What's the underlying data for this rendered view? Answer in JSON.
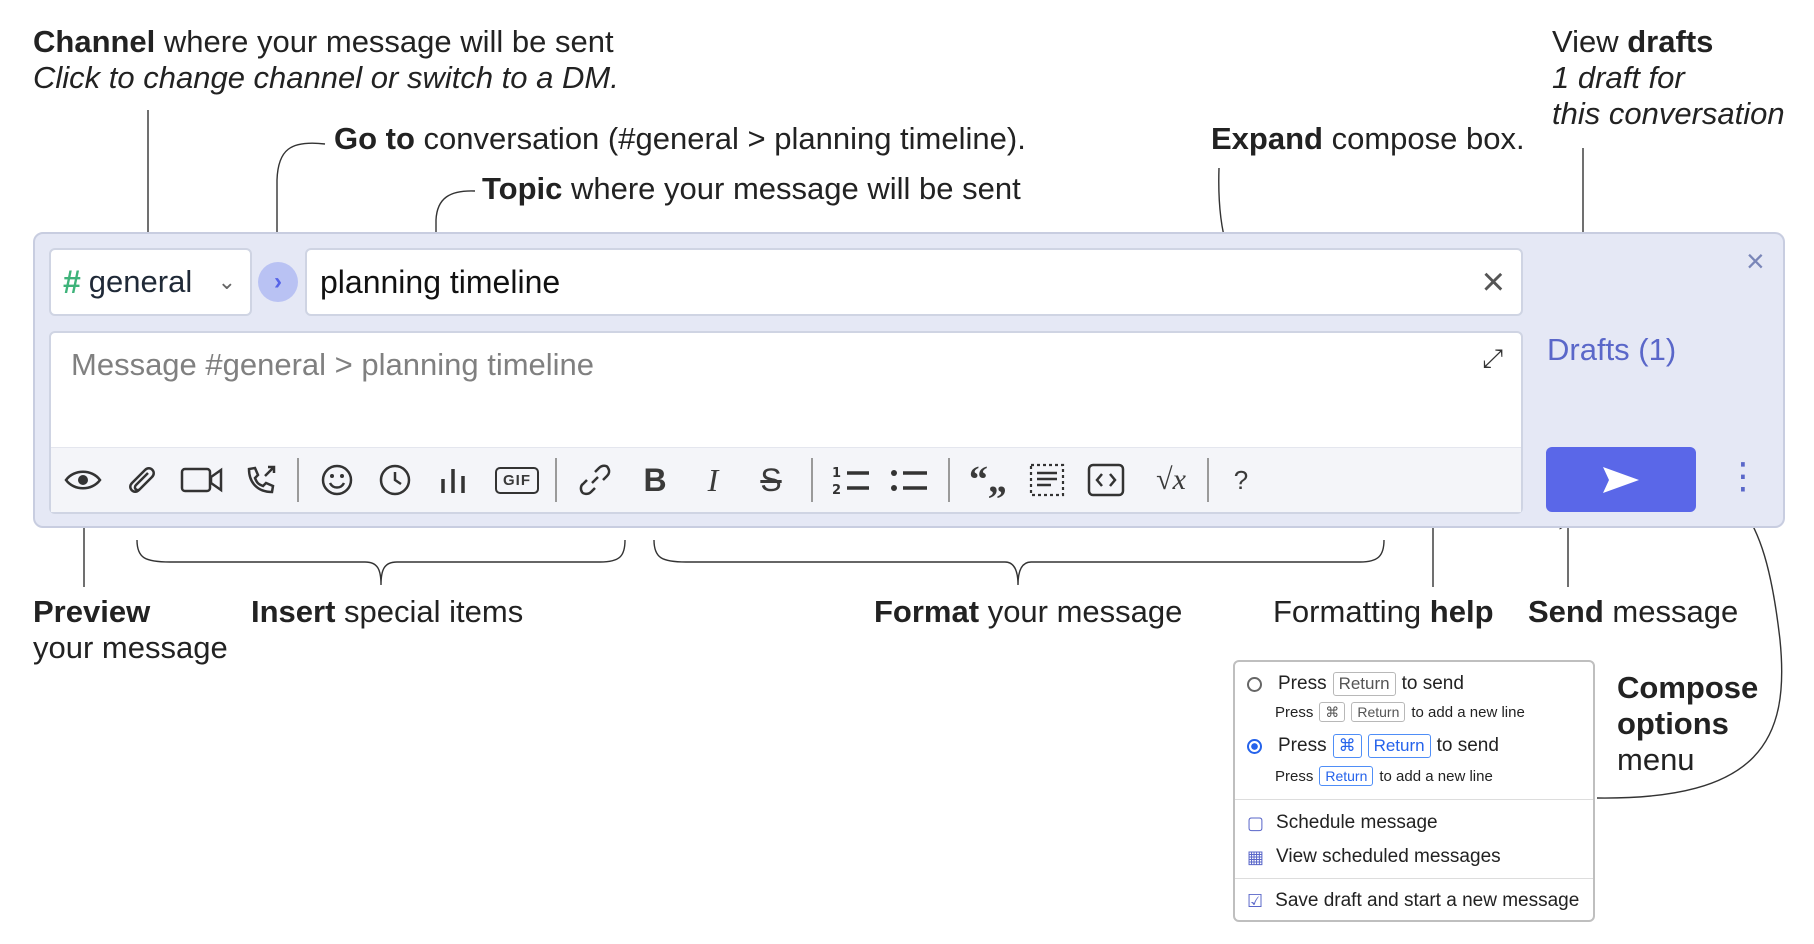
{
  "annotations": {
    "channel": {
      "bold": "Channel",
      "rest": " where your message will be sent",
      "sub": "Click to change channel or switch to a DM."
    },
    "goto": {
      "bold": "Go to",
      "rest": " conversation (#general > planning timeline)."
    },
    "topic": {
      "bold": "Topic",
      "rest": " where your message will be sent"
    },
    "expand": {
      "bold": "Expand",
      "rest": " compose box."
    },
    "drafts": {
      "pre": "View ",
      "bold": "drafts",
      "sub1": "1 draft for",
      "sub2": "this conversation"
    },
    "preview": {
      "bold": "Preview",
      "sub": "your message"
    },
    "insert": {
      "bold": "Insert",
      "rest": " special items"
    },
    "format": {
      "bold": "Format",
      "rest": " your message"
    },
    "help": {
      "pre": "Formatting ",
      "bold": "help"
    },
    "send": {
      "bold": "Send",
      "rest": " message"
    },
    "compose_menu": {
      "line1": "Compose",
      "line2": "options",
      "line3": "menu"
    }
  },
  "compose": {
    "channel": "general",
    "topic": "planning timeline",
    "placeholder": "Message #general > planning timeline",
    "drafts_label": "Drafts (1)",
    "toolbar": {
      "gif_label": "GIF",
      "help_label": "?"
    }
  },
  "menu": {
    "opt1": {
      "press": "Press",
      "key": "Return",
      "tail": "to send"
    },
    "opt1_sub": {
      "press": "Press",
      "key1": "⌘",
      "key2": "Return",
      "tail": "to add a new line"
    },
    "opt2": {
      "press": "Press",
      "key1": "⌘",
      "key2": "Return",
      "tail": "to send"
    },
    "opt2_sub": {
      "press": "Press",
      "key": "Return",
      "tail": "to add a new line"
    },
    "schedule": "Schedule message",
    "view_scheduled": "View scheduled messages",
    "save_draft": "Save draft and start a new message"
  },
  "colors": {
    "compose_bg": "#e5e8f5",
    "send_button": "#5a67e8",
    "accent": "#5a67c9",
    "channel_hash": "#3eb37a"
  }
}
